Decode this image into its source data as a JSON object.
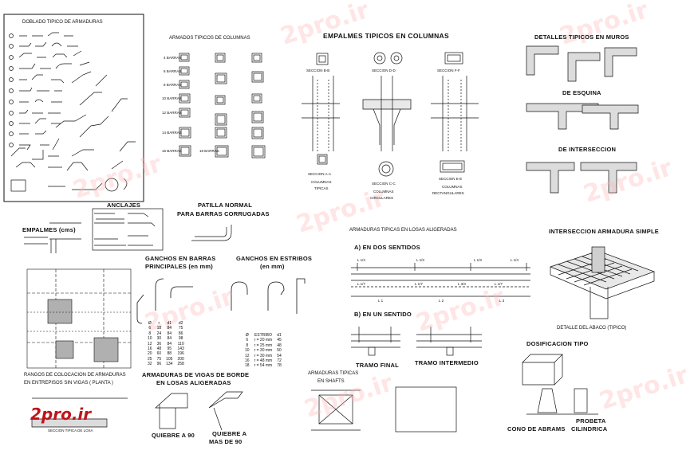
{
  "titles": {
    "doblado": "DOBLADO TIPICO DE ARMADURAS",
    "armados_columnas": "ARMADOS TIPICOS DE COLUMNAS",
    "empalmes_columnas": "EMPALMES TIPICOS EN COLUMNAS",
    "detalles_muros": "DETALLES TIPICOS EN MUROS",
    "de_esquina": "DE ESQUINA",
    "de_interseccion": "DE INTERSECCION",
    "anclajes": "ANCLAJES",
    "patilla_normal": "PATILLA NORMAL",
    "patilla_sub": "PARA BARRAS CORRUGADAS",
    "empalmes_cms": "EMPALMES (cms)",
    "ganchos_barras": "GANCHOS EN BARRAS",
    "ganchos_barras_sub": "PRINCIPALES (en mm)",
    "ganchos_estribos": "GANCHOS EN ESTRIBOS",
    "ganchos_estribos_sub": "(en mm)",
    "armaduras_losas": "ARMADURAS TIPICAS EN LOSAS ALIGERADAS",
    "dos_sentidos": "A) EN DOS SENTIDOS",
    "un_sentido": "B) EN UN SENTIDO",
    "tramo_final": "TRAMO FINAL",
    "tramo_intermedio": "TRAMO INTERMEDIO",
    "interseccion_simple": "INTERSECCION ARMADURA SIMPLE",
    "detalle_abaco": "DETALLE DEL ABACO (TIPICO)",
    "dosificacion": "DOSIFICACION TIPO",
    "rangos_1": "RANGOS DE COLOCACION DE ARMADURAS",
    "rangos_2": "EN ENTREPISOS SIN VIGAS     ( PLANTA )",
    "vigas_borde_1": "ARMADURAS DE VIGAS DE BORDE",
    "vigas_borde_2": "EN LOSAS ALIGERADAS",
    "shafts_1": "ARMADURAS TIPICAS",
    "shafts_2": "EN SHAFTS",
    "quiebre_90": "QUIEBRE A 90",
    "quiebre_mas_1": "QUIEBRE A",
    "quiebre_mas_2": "MAS DE 90",
    "cono": "CONO DE ABRAMS",
    "probeta_1": "PROBETA",
    "probeta_2": "CILINDRICA",
    "seccion_losa": "SECCION TIPICA DE LOSA"
  },
  "sections": {
    "bb": "SECCION B-B",
    "dd": "SECCION D-D",
    "ff": "SECCION F-F",
    "aa": "SECCION A-A",
    "cc": "SECCION C-C",
    "ee": "SECCION E-E",
    "tipicas_1": "COLUMNAS",
    "tipicas_2": "TIPICAS",
    "circulares_1": "COLUMNAS",
    "circulares_2": "CIRCULARES",
    "rect_1": "COLUMNAS",
    "rect_2": "RECTANGULARES"
  },
  "barras_labels": [
    "4 BARRAS",
    "6 BARRAS",
    "8 BARRAS",
    "10 BARRAS",
    "12 BARRAS",
    "14 BARRAS",
    "16 BARRAS",
    "18 BARRAS"
  ],
  "gancho_barras_table": {
    "headers": [
      "Ø",
      "r",
      "d1",
      "d2"
    ],
    "rows": [
      [
        "6",
        "18",
        "84",
        "75"
      ],
      [
        "8",
        "24",
        "84",
        "86"
      ],
      [
        "10",
        "30",
        "84",
        "98"
      ],
      [
        "12",
        "36",
        "84",
        "110"
      ],
      [
        "16",
        "48",
        "95",
        "143"
      ],
      [
        "20",
        "60",
        "88",
        "196"
      ],
      [
        "25",
        "75",
        "105",
        "200"
      ],
      [
        "32",
        "96",
        "134",
        "258"
      ]
    ]
  },
  "gancho_estribos_table": {
    "headers": [
      "Ø",
      "ESTRIBO",
      "d1"
    ],
    "rows": [
      [
        "6",
        "r = 20 mm",
        "45"
      ],
      [
        "8",
        "r = 25 mm",
        "48"
      ],
      [
        "10",
        "r = 30 mm",
        "50"
      ],
      [
        "12",
        "r = 30 mm",
        "54"
      ],
      [
        "16",
        "r = 48 mm",
        "72"
      ],
      [
        "18",
        "r = 54 mm",
        "78"
      ]
    ]
  },
  "span_labels": [
    "L 1/4",
    "L 1/3",
    "L 1/3",
    "L 1/4",
    "L 1/7",
    "L 1/7",
    "L 3/4",
    "L 1/7",
    "L 1",
    "L 2",
    "L 3"
  ],
  "watermark_text": "2pro.ir",
  "logo_text": "2pro.ir",
  "colors": {
    "line": "#111111",
    "hatch": "#555555",
    "watermark": "#ffb4b4",
    "logo": "#c0141a"
  }
}
